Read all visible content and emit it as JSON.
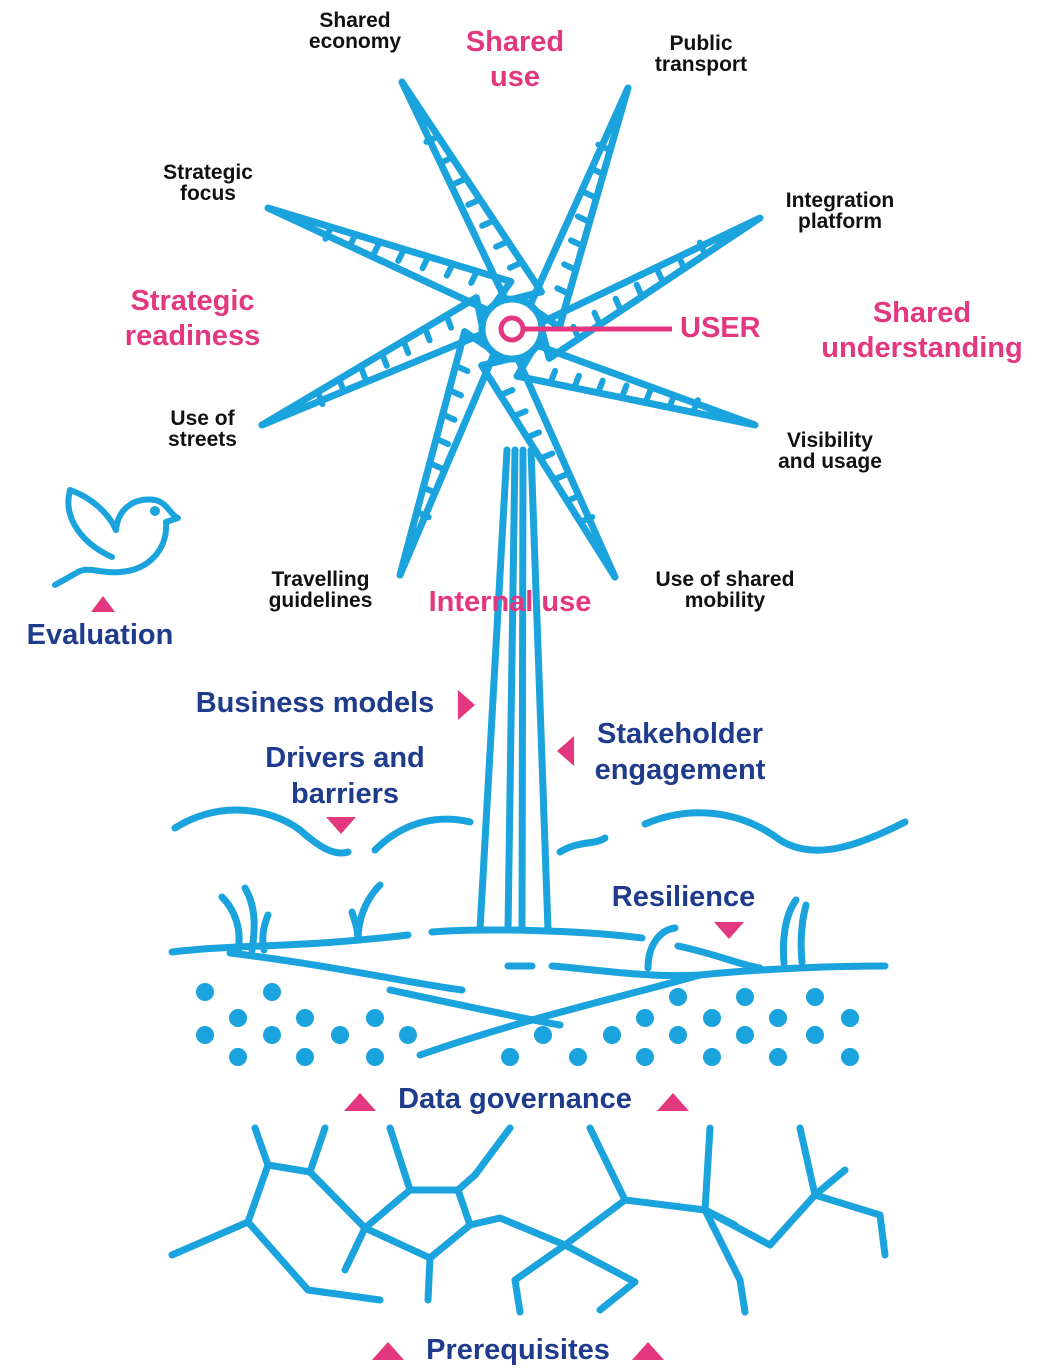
{
  "colors": {
    "line": "#1aa3dd",
    "pink": "#e3387f",
    "navy": "#1f3c8c",
    "text": "#111111",
    "background": "#ffffff"
  },
  "center": {
    "label": "USER"
  },
  "blade_labels": [
    {
      "id": "shared-economy",
      "text": "Shared\neconomy"
    },
    {
      "id": "public-transport",
      "text": "Public\ntransport"
    },
    {
      "id": "integration-platform",
      "text": "Integration\nplatform"
    },
    {
      "id": "visibility-and-usage",
      "text": "Visibility\nand usage"
    },
    {
      "id": "use-of-shared-mobility",
      "text": "Use of shared\nmobility"
    },
    {
      "id": "travelling-guidelines",
      "text": "Travelling\nguidelines"
    },
    {
      "id": "use-of-streets",
      "text": "Use of\nstreets"
    },
    {
      "id": "strategic-focus",
      "text": "Strategic\nfocus"
    }
  ],
  "categories": [
    {
      "id": "shared-use",
      "text": "Shared\nuse"
    },
    {
      "id": "shared-understanding",
      "text": "Shared\nunderstanding"
    },
    {
      "id": "internal-use",
      "text": "Internal use"
    },
    {
      "id": "strategic-readiness",
      "text": "Strategic\nreadiness"
    }
  ],
  "factors": [
    {
      "id": "evaluation",
      "text": "Evaluation"
    },
    {
      "id": "business-models",
      "text": "Business models"
    },
    {
      "id": "stakeholder-engagement",
      "text": "Stakeholder\nengagement"
    },
    {
      "id": "drivers-and-barriers",
      "text": "Drivers and\nbarriers"
    },
    {
      "id": "resilience",
      "text": "Resilience"
    },
    {
      "id": "data-governance",
      "text": "Data governance"
    },
    {
      "id": "prerequisites",
      "text": "Prerequisites"
    }
  ],
  "icons": [
    "windmill-icon",
    "bird-icon",
    "roots-icon",
    "soil-dots-icon",
    "grass-icon"
  ]
}
